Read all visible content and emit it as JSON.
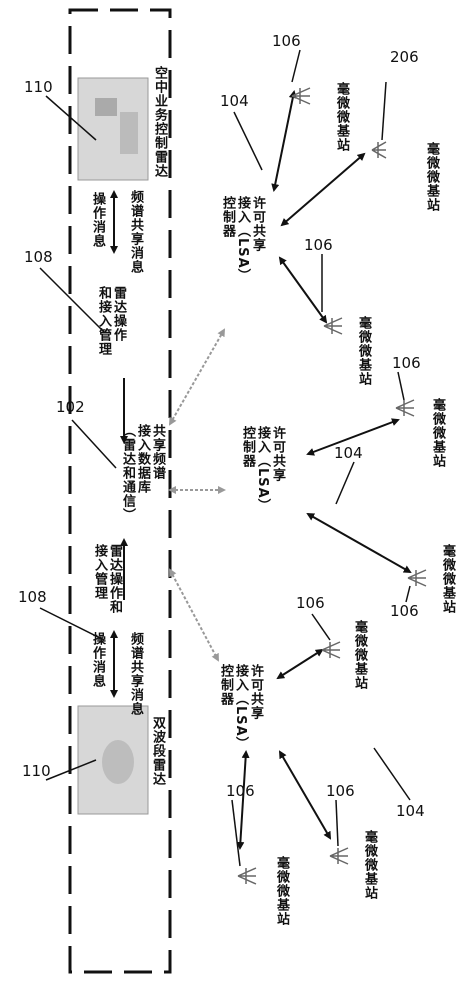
{
  "refs": {
    "r110_top": "110",
    "r110_bot": "110",
    "r108_top": "108",
    "r108_bot": "108",
    "r102": "102",
    "r104_a": "104",
    "r104_b": "104",
    "r104_c": "104",
    "r106_1": "106",
    "r106_2": "106",
    "r106_3": "106",
    "r106_4": "106",
    "r106_5": "106",
    "r106_6": "106",
    "r206": "206"
  },
  "labels": {
    "radar_top": "空中业务控制雷达",
    "radar_bot": "双波段雷达",
    "ops_msg_top": "操作消息",
    "spectrum_msg_top": "频谱共享消息",
    "ops_msg_bot": "操作消息",
    "spectrum_msg_bot": "频谱共享消息",
    "radar_ops_top": "雷达操作\n和接入管理",
    "radar_ops_bot": "雷达操作和\n接入管理",
    "database": "共享频谱\n接入数据库\n（雷达和通信）",
    "lsa_top": "许可共享\n接入（LSA）\n控制器",
    "lsa_mid": "许可共享\n接入（LSA）\n控制器",
    "lsa_bot": "许可共享\n接入（LSA）\n控制器",
    "station_1": "毫微微基站",
    "station_2": "毫微微基站",
    "station_3": "毫微微基站",
    "station_4": "毫微微基站",
    "station_5": "毫微微基站",
    "station_6": "毫微微基站",
    "station_7": "毫微微基站",
    "station_8": "毫微微基站"
  }
}
